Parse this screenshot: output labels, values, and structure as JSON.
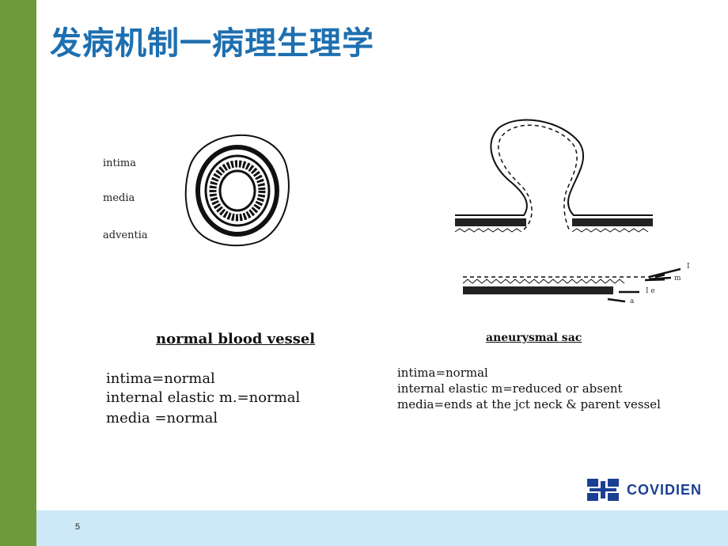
{
  "slide": {
    "title": "发病机制一病理生理学",
    "page_number": "5"
  },
  "normal_vessel": {
    "labels": [
      "intima",
      "media",
      "adventia"
    ],
    "caption": "normal blood vessel",
    "notes": [
      "intima=normal",
      "internal elastic m.=normal",
      "media =normal"
    ]
  },
  "aneurysm": {
    "caption": "aneurysmal sac",
    "arrow_labels": [
      "I",
      "m",
      "I e",
      "a"
    ],
    "notes": [
      "intima=normal",
      "internal elastic m=reduced or absent",
      "media=ends at the jct neck & parent vessel"
    ]
  },
  "brand": {
    "name": "COVIDIEN",
    "color": "#1c3f94"
  },
  "colors": {
    "sidebar": "#6f9a3c",
    "footer": "#cde9f7",
    "title": "#1d6fb0"
  }
}
